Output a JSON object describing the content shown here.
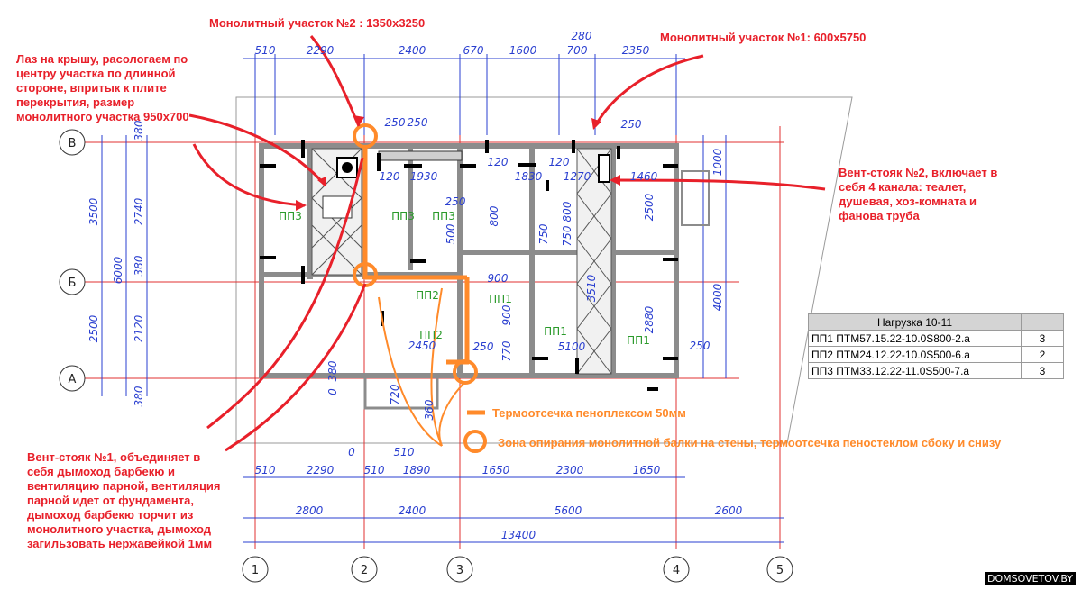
{
  "notes": {
    "mono2": "Монолитный участок №2 : 1350х3250",
    "mono1": "Монолитный участок №1:  600х5750",
    "roof_hatch": "Лаз на крышу, расологаем по\nцентру участка по длинной\nстороне, впритык к плите\nперекрытия, размер\nмонолитного участка 950х700",
    "vent2": "Вент-стояк №2, включает в\nсебя 4 канала: теалет,\nдушевая, хоз-комната и\nфанова труба",
    "vent1": "Вент-стояк №1, объединяет в\nсебя дымоход барбекю и\nвентиляцию парной, вентиляция\nпарной идет от фундамента,\nдымоход барбекю торчит из\nмонолитного участка, дымоход\nзагильзовать нержавейкой 1мм",
    "legend_thermal": "Термоотсечка пеноплексом  50мм",
    "legend_support": "Зона опирания монолитной балки на стены, термоотсечка пеностеклом сбоку и снизу"
  },
  "dims": {
    "top_row": [
      "510",
      "2290",
      "2400",
      "670",
      "1600",
      "700",
      "2350"
    ],
    "top_extra": "280",
    "bottom_row1": [
      "510",
      "2290",
      "510",
      "1890",
      "1650",
      "2300",
      "1650"
    ],
    "bottom_row2": [
      "2800",
      "2400",
      "5600",
      "2600"
    ],
    "total": "13400",
    "left_outer": [
      "3500",
      "2500"
    ],
    "left_inner": [
      "2740",
      "380",
      "2120"
    ],
    "left_total": "6000",
    "left_small": [
      "380",
      "380"
    ],
    "right_side": [
      "1000",
      "4000"
    ],
    "inner": [
      "250",
      "250",
      "120",
      "1930",
      "120",
      "1830",
      "120",
      "1270",
      "1460",
      "250",
      "800",
      "2500",
      "500",
      "800",
      "750",
      "750",
      "900",
      "900",
      "250",
      "2880",
      "3510",
      "2450",
      "5100",
      "250",
      "250",
      "770",
      "720",
      "360",
      "380",
      "0",
      "0",
      "510"
    ]
  },
  "axes": {
    "rows": [
      "В",
      "Б",
      "А"
    ],
    "cols": [
      "1",
      "2",
      "3",
      "4",
      "5"
    ]
  },
  "slabs": [
    "ПП3",
    "ПП3",
    "ПП3",
    "ПП2",
    "ПП2",
    "ПП1",
    "ПП1",
    "ПП1"
  ],
  "load_table": {
    "title": "Нагрузка 10-11",
    "rows": [
      {
        "name": "ПП1 ПТМ57.15.22-10.0S800-2.а",
        "qty": "3"
      },
      {
        "name": "ПП2 ПТМ24.12.22-10.0S500-6.а",
        "qty": "2"
      },
      {
        "name": "ПП3 ПТМ33.12.22-11.0S500-7.а",
        "qty": "3"
      }
    ]
  },
  "watermark": "DOMSOVETOV.BY",
  "colors": {
    "annotation_red": "#e8202a",
    "annotation_orange": "#ff8a2a",
    "dimension_blue": "#2a3fd0",
    "grid_red": "#e03030",
    "slab_green": "#2a9a2a",
    "wall_grey": "#8c8c8c"
  }
}
